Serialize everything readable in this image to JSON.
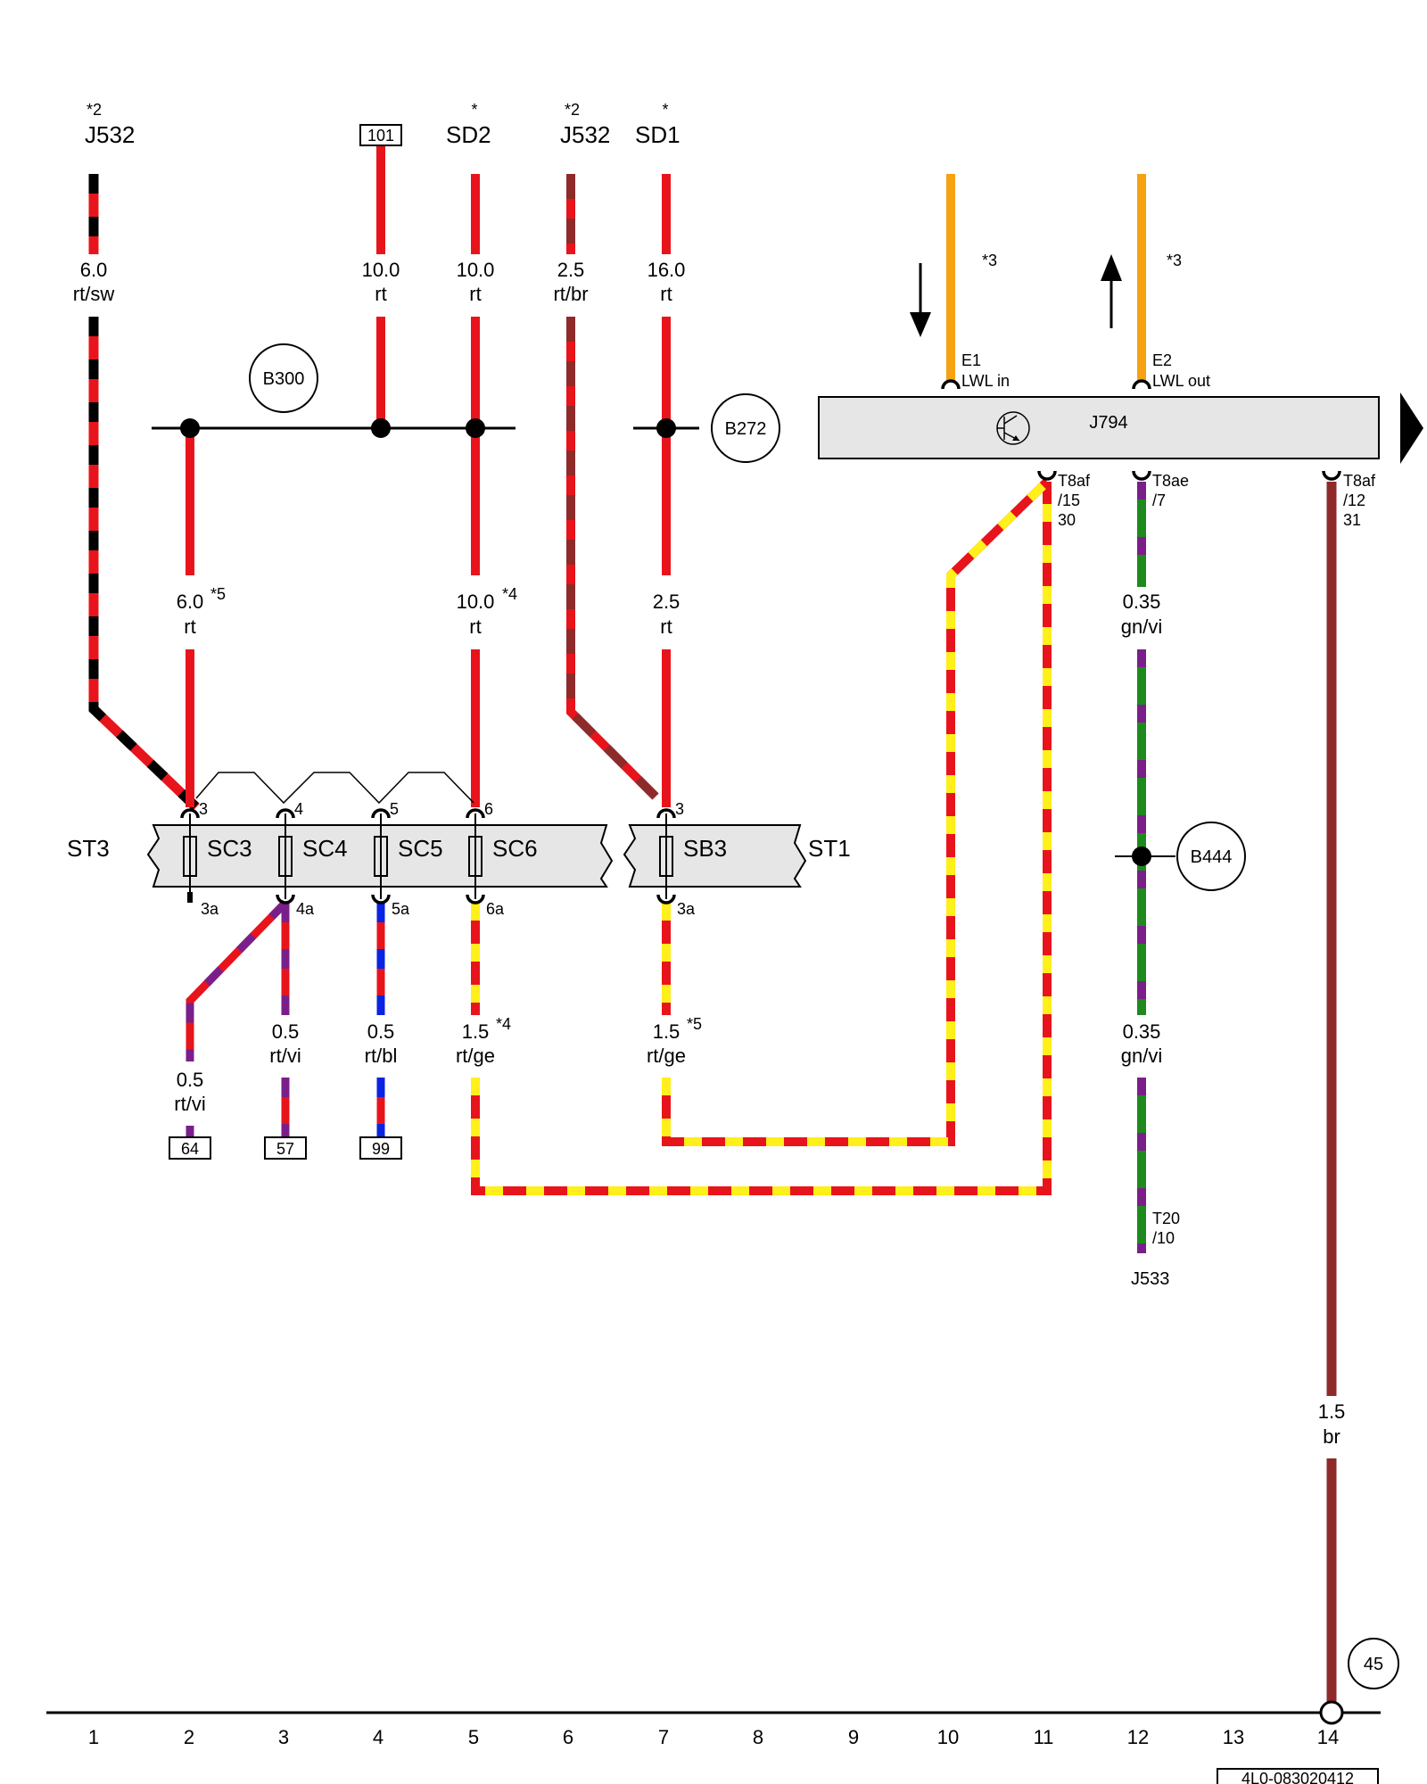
{
  "colors": {
    "red": "#e8141c",
    "black": "#000000",
    "brown": "#8e2a2a",
    "yellow": "#ffef1a",
    "violet": "#7a1f8a",
    "blue": "#0a23e0",
    "green": "#1e8a1e",
    "orange": "#f5a313",
    "box_fill": "#e6e6e6"
  },
  "top_components": [
    {
      "id": "j532a",
      "note": "*2",
      "label": "J532"
    },
    {
      "id": "box101",
      "label": "101"
    },
    {
      "id": "sd2",
      "note": "*",
      "label": "SD2"
    },
    {
      "id": "j532b",
      "note": "*2",
      "label": "J532"
    },
    {
      "id": "sd1",
      "note": "*",
      "label": "SD1"
    }
  ],
  "wire_labels": [
    {
      "id": "w1",
      "size": "6.0",
      "color": "rt/sw"
    },
    {
      "id": "w2",
      "size": "10.0",
      "color": "rt"
    },
    {
      "id": "w3",
      "size": "10.0",
      "color": "rt"
    },
    {
      "id": "w4",
      "size": "2.5",
      "color": "rt/br"
    },
    {
      "id": "w5",
      "size": "16.0",
      "color": "rt"
    },
    {
      "id": "w6",
      "size": "6.0",
      "note": "*5",
      "color": "rt"
    },
    {
      "id": "w7",
      "size": "10.0",
      "note": "*4",
      "color": "rt"
    },
    {
      "id": "w8",
      "size": "2.5",
      "color": "rt"
    },
    {
      "id": "w9",
      "size": "0.35",
      "color": "gn/vi"
    },
    {
      "id": "w10",
      "size": "0.5",
      "color": "rt/vi"
    },
    {
      "id": "w11",
      "size": "0.5",
      "color": "rt/vi"
    },
    {
      "id": "w12",
      "size": "0.5",
      "color": "rt/bl"
    },
    {
      "id": "w13",
      "size": "1.5",
      "note": "*4",
      "color": "rt/ge"
    },
    {
      "id": "w14",
      "size": "1.5",
      "note": "*5",
      "color": "rt/ge"
    },
    {
      "id": "w15",
      "size": "0.35",
      "color": "gn/vi"
    },
    {
      "id": "w16",
      "size": "1.5",
      "color": "br"
    }
  ],
  "circles": [
    {
      "id": "b300",
      "label": "B300"
    },
    {
      "id": "b272",
      "label": "B272"
    },
    {
      "id": "b444",
      "label": "B444"
    },
    {
      "id": "c45",
      "label": "45"
    }
  ],
  "fuse_box_st3": {
    "label": "ST3",
    "fuses": [
      {
        "label": "SC3",
        "pin_top": "3",
        "pin_bottom": "3a"
      },
      {
        "label": "SC4",
        "pin_top": "4",
        "pin_bottom": "4a"
      },
      {
        "label": "SC5",
        "pin_top": "5",
        "pin_bottom": "5a"
      },
      {
        "label": "SC6",
        "pin_top": "6",
        "pin_bottom": "6a"
      }
    ]
  },
  "fuse_box_st1": {
    "label": "ST1",
    "fuses": [
      {
        "label": "SB3",
        "pin_top": "3",
        "pin_bottom": "3a"
      }
    ]
  },
  "control_unit": {
    "label": "J794",
    "e1": {
      "note": "*3",
      "pin": "E1",
      "desc": "LWL in"
    },
    "e2": {
      "note": "*3",
      "pin": "E2",
      "desc": "LWL out"
    },
    "pin_a": {
      "line1": "T8af",
      "line2": "/15",
      "line3": "30"
    },
    "pin_b": {
      "line1": "T8ae",
      "line2": "/7"
    },
    "pin_c": {
      "line1": "T8af",
      "line2": "/12",
      "line3": "31"
    }
  },
  "terminal_boxes": [
    "64",
    "57",
    "99"
  ],
  "j533": {
    "pin_line1": "T20",
    "pin_line2": "/10",
    "label": "J533"
  },
  "ground_numbers": [
    "1",
    "2",
    "3",
    "4",
    "5",
    "6",
    "7",
    "8",
    "9",
    "10",
    "11",
    "12",
    "13",
    "14"
  ],
  "footer_code": "4L0-083020412"
}
